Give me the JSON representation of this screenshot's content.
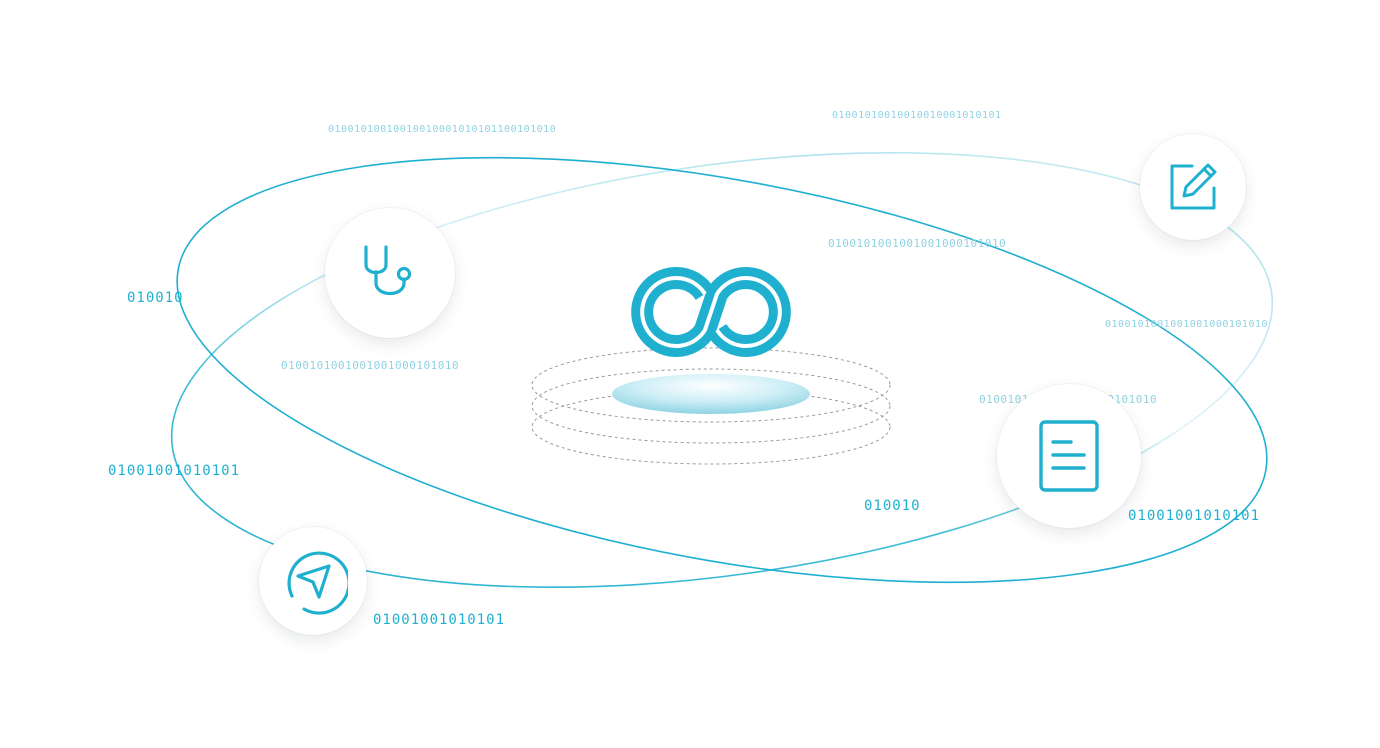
{
  "colors": {
    "accent": "#1fb0cf",
    "accent_light": "#8fd3e3",
    "platform": "#bfe8f2",
    "ring_dash": "#9a9a9a"
  },
  "center": {
    "logo_icon": "infinity-link-logo"
  },
  "nodes": [
    {
      "id": "stethoscope",
      "icon": "stethoscope-icon"
    },
    {
      "id": "edit",
      "icon": "edit-pencil-icon"
    },
    {
      "id": "document",
      "icon": "document-icon"
    },
    {
      "id": "navigation",
      "icon": "navigation-arrow-icon"
    }
  ],
  "binary_labels": {
    "top_left": "01001010010010010001010101100101010",
    "top_right": "01001010010010010001010101",
    "center_right": "0100101001001001000101010",
    "center_left": "0100101001001001000101010",
    "right_mid": "0100101001001001000101010",
    "right_low": "0100101001001001000101010",
    "left_short": "010010",
    "left_long": "01001001010101",
    "mid_short": "010010",
    "right_long": "01001001010101",
    "bottom_long": "01001001010101"
  }
}
